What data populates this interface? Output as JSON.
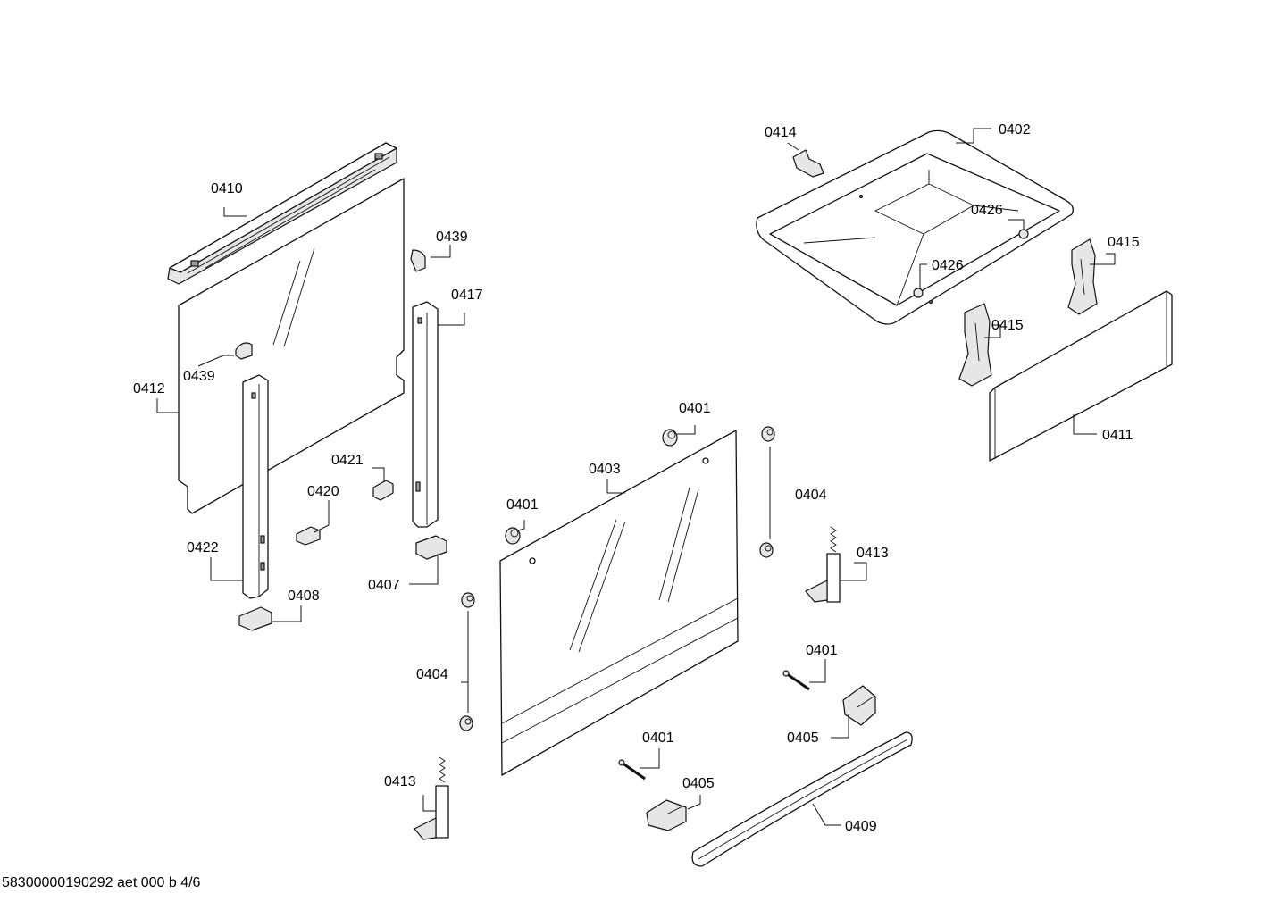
{
  "document_id": "58300000190292 aet 000 b 4/6",
  "callouts": {
    "p0410": "0410",
    "p0412": "0412",
    "p0439a": "0439",
    "p0439b": "0439",
    "p0417": "0417",
    "p0421": "0421",
    "p0420": "0420",
    "p0422": "0422",
    "p0408": "0408",
    "p0407": "0407",
    "p0401a": "0401",
    "p0401b": "0401",
    "p0401c": "0401",
    "p0401d": "0401",
    "p0403": "0403",
    "p0404a": "0404",
    "p0404b": "0404",
    "p0413a": "0413",
    "p0413b": "0413",
    "p0405a": "0405",
    "p0405b": "0405",
    "p0409": "0409",
    "p0414": "0414",
    "p0402": "0402",
    "p0426a": "0426",
    "p0426b": "0426",
    "p0415a": "0415",
    "p0415b": "0415",
    "p0411": "0411"
  }
}
